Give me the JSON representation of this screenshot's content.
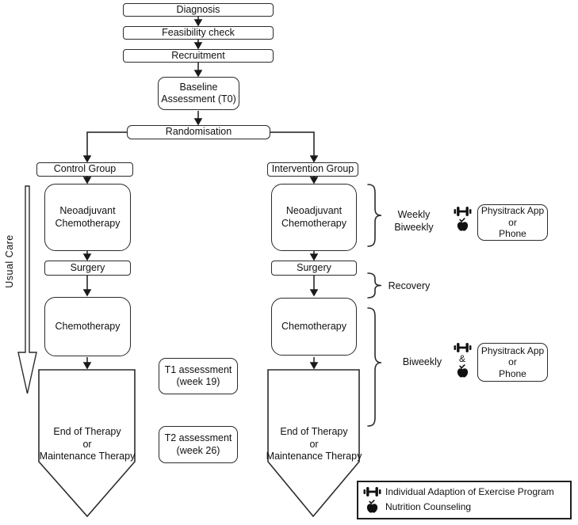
{
  "top_chain": {
    "diagnosis": "Diagnosis",
    "feasibility": "Feasibility check",
    "recruitment": "Recruitment",
    "baseline": "Baseline\nAssessment (T0)",
    "randomisation": "Randomisation"
  },
  "control": {
    "usual_care": "Usual Care",
    "group": "Control Group",
    "neoadjuvant_chemotherapy": "Neoadjuvant\nChemotherapy",
    "surgery": "Surgery",
    "chemotherapy": "Chemotherapy",
    "end_of_therapy": "End of Therapy\nor\nMaintenance Therapy"
  },
  "intervention": {
    "group": "Intervention Group",
    "neoadjuvant_chemotherapy": "Neoadjuvant\nChemotherapy",
    "surgery": "Surgery",
    "chemotherapy": "Chemotherapy",
    "end_of_therapy": "End of Therapy\nor\nMaintenance Therapy"
  },
  "assessments": {
    "t1": "T1 assessment\n(week 19)",
    "t2": "T2 assessment\n(week 26)"
  },
  "phases": {
    "weekly_biweekly": "Weekly\nBiweekly",
    "recovery": "Recovery",
    "biweekly": "Biweekly",
    "ampersand": "&"
  },
  "physitrack": {
    "label": "Physitrack App\nor\nPhone"
  },
  "legend": {
    "items": [
      {
        "icon": "dumbbell-icon",
        "label": "Individual Adaption of Exercise Program"
      },
      {
        "icon": "apple-icon",
        "label": "Nutrition Counseling"
      }
    ]
  },
  "colors": {
    "line": "#1a1a1a",
    "border": "#2b2b2b",
    "background": "#ffffff"
  }
}
